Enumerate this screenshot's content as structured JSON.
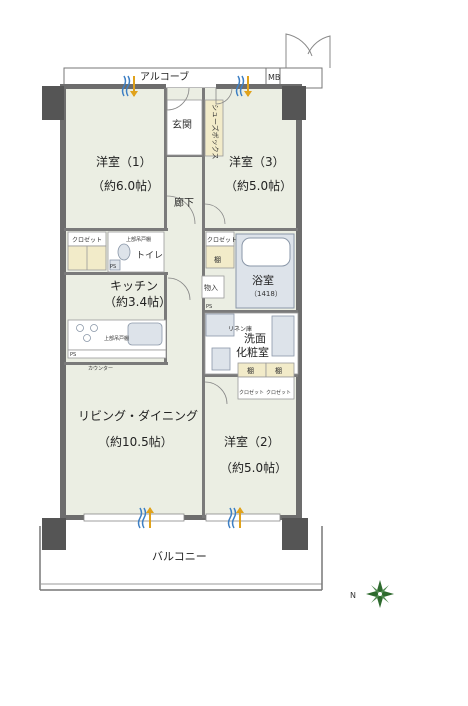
{
  "rooms": {
    "alcove": "アルコーブ",
    "mb": "MB",
    "entrance": "玄関",
    "shoe_box": "シューズボックス",
    "western1": {
      "name": "洋室（1）",
      "area": "（約6.0帖）"
    },
    "western3": {
      "name": "洋室（3）",
      "area": "（約5.0帖）"
    },
    "hallway": "廊下",
    "closet": "クロゼット",
    "upper_shelf": "上部吊戸棚",
    "toilet": "トイレ",
    "ps": "PS",
    "kitchen": {
      "name": "キッチン",
      "area": "（約3.4帖）"
    },
    "storage": "物入",
    "shelf": "棚",
    "bathroom": {
      "name": "浴室",
      "size": "（1418）"
    },
    "linen": "リネン庫",
    "washroom_line1": "洗面",
    "washroom_line2": "化粧室",
    "counter": "カウンター",
    "living": {
      "name": "リビング・ダイニング",
      "area": "（約10.5帖）"
    },
    "western2": {
      "name": "洋室（2）",
      "area": "（約5.0帖）"
    },
    "balcony": "バルコニー"
  },
  "compass": {
    "north": "N"
  },
  "colors": {
    "floor": "#ebeee3",
    "wall": "#6d6d6d",
    "pillar": "#555555",
    "fixture": "#dde3ea",
    "fixture_line": "#8a97a8",
    "shelf": "#f2ebc9",
    "compass": "#2d6a2d",
    "vent_blue": "#3d7fc4",
    "vent_orange": "#e0a21c"
  },
  "icons": [
    "door-icon",
    "ventilation-icon",
    "bathtub-icon",
    "toilet-icon",
    "stove-icon",
    "sink-icon",
    "compass-icon"
  ]
}
